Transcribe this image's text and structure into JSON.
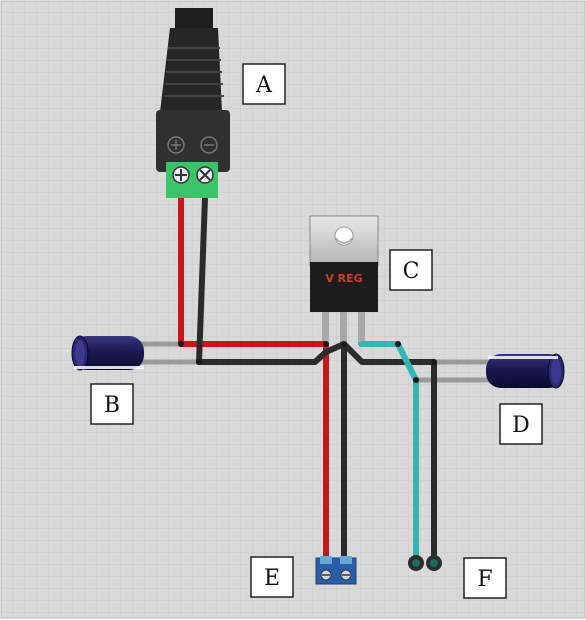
{
  "diagram": {
    "callouts": [
      {
        "id": "A",
        "label": "A"
      },
      {
        "id": "B",
        "label": "B"
      },
      {
        "id": "C",
        "label": "C"
      },
      {
        "id": "D",
        "label": "D"
      },
      {
        "id": "E",
        "label": "E"
      },
      {
        "id": "F",
        "label": "F"
      }
    ],
    "regulator_marking": "V REG",
    "colors": {
      "grid_background": "#d9d9d9",
      "grid_line": "#c8c8c8",
      "wire_red": "#c8161d",
      "wire_black": "#2b2b2b",
      "wire_cyan": "#33b5b5",
      "lead_gray": "#9a9a9a",
      "capacitor_body": "#1d1a4f",
      "jack_body": "#2a2a2a",
      "jack_terminal": "#3ac46a",
      "terminal_block_blue": "#2a5fa8"
    },
    "jack_symbols": [
      "+",
      "−"
    ]
  }
}
